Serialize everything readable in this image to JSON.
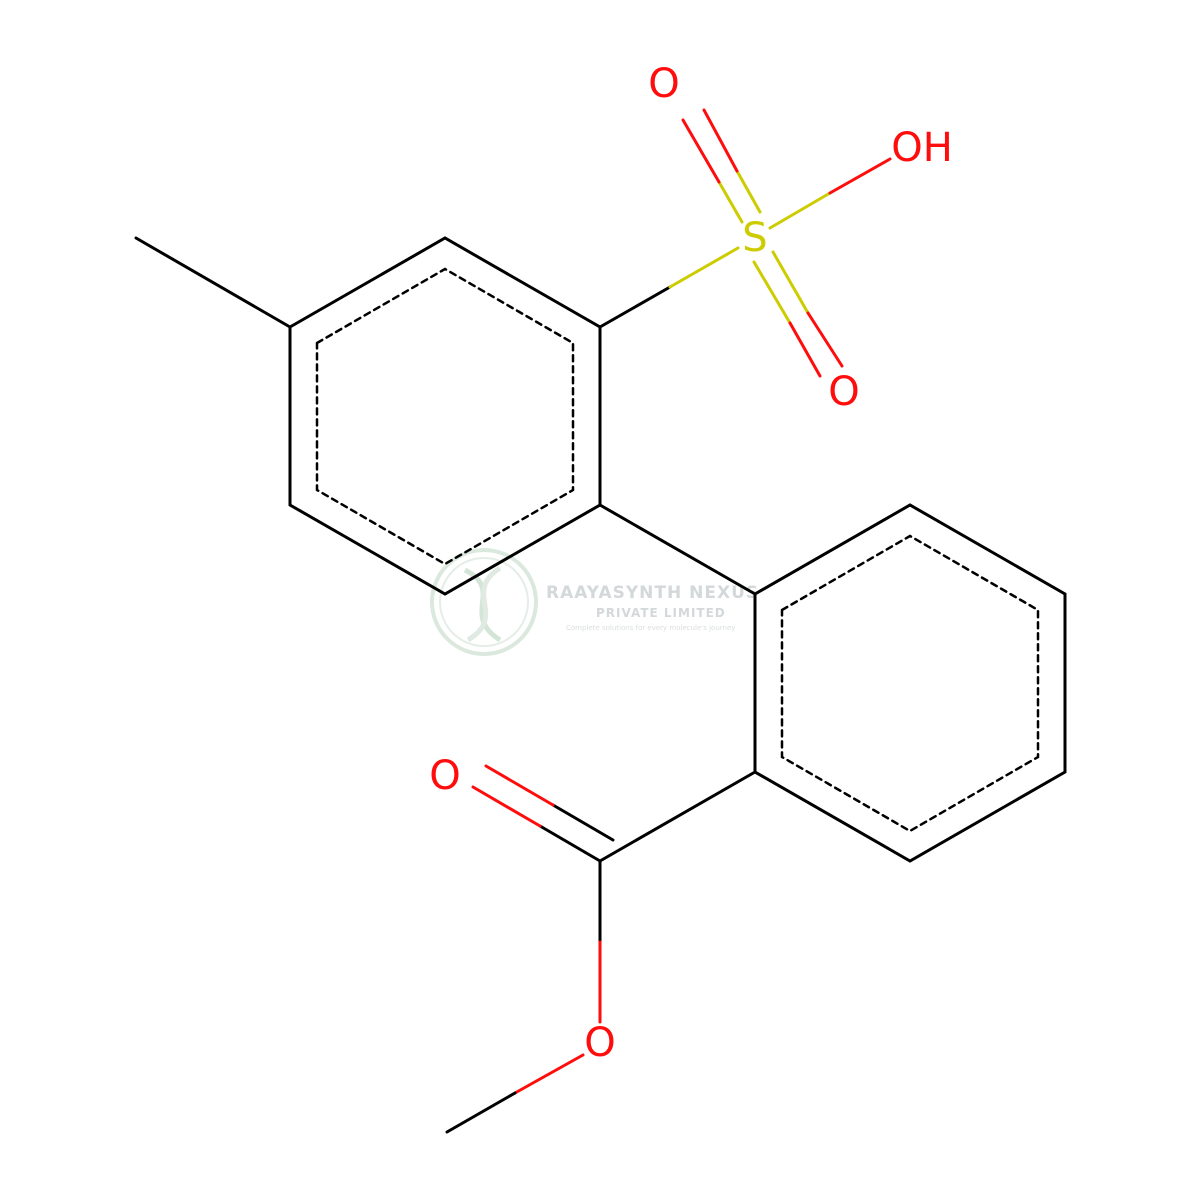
{
  "molecule": {
    "atoms": {
      "o_top": "O",
      "oh": "OH",
      "s": "S",
      "o_right": "O",
      "o_carbonyl": "O",
      "o_ester": "O"
    },
    "colors": {
      "bond": "#000000",
      "oxygen": "#ff0d0d",
      "sulfur": "#cccc00"
    }
  },
  "watermark": {
    "title": "RAAYASYNTH NEXUS",
    "subtitle": "PRIVATE LIMITED",
    "tagline": "Complete solutions for every molecule's journey"
  }
}
